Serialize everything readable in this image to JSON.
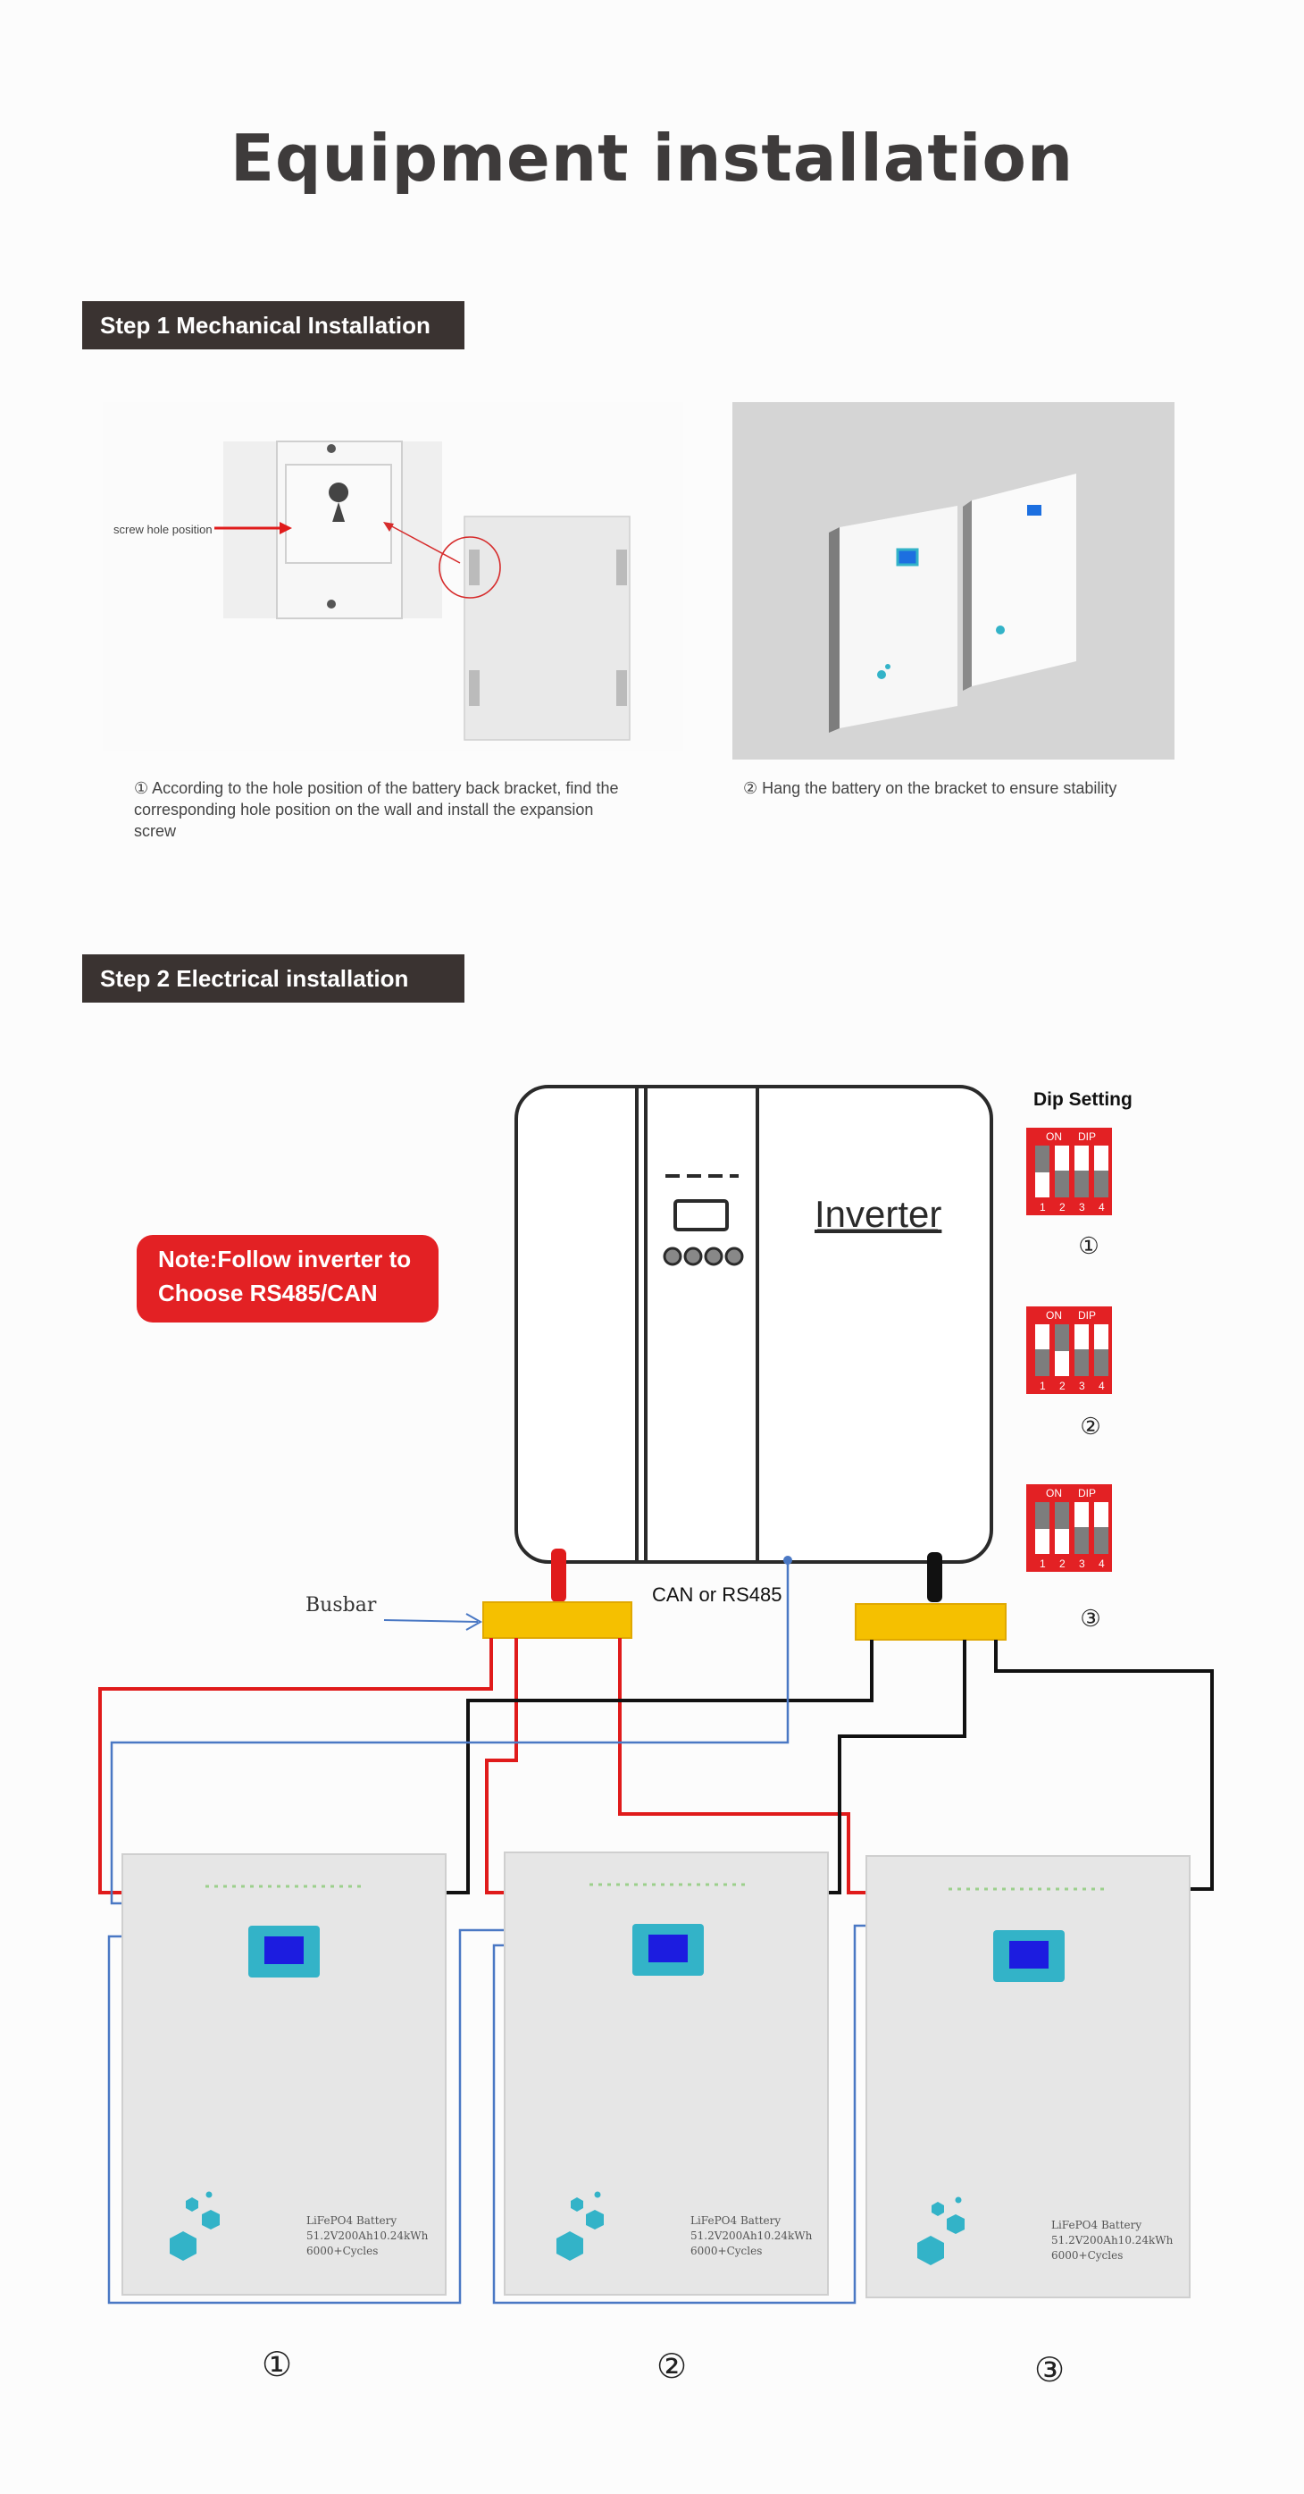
{
  "title": "Equipment installation",
  "step1": {
    "label": "Step 1 Mechanical Installation",
    "screw_label": "screw hole position",
    "caption_left": "① According to the hole position of the battery back bracket, find the corresponding hole position on the wall and install the expansion screw",
    "caption_right": "② Hang the battery on the bracket to ensure stability"
  },
  "step2": {
    "label": "Step 2 Electrical installation",
    "note": "Note:Follow inverter to Choose RS485/CAN",
    "inverter_label": "Inverter",
    "busbar_label": "Busbar",
    "comm_label": "CAN or RS485",
    "dip_title": "Dip Setting",
    "dip_on": "ON",
    "dip_dip": "DIP",
    "dip_numbers": [
      "1",
      "2",
      "3",
      "4"
    ],
    "dip_settings": [
      "①",
      "②",
      "③"
    ],
    "battery_text": [
      "LiFePO4 Battery",
      "51.2V200Ah10.24kWh",
      "6000+Cycles"
    ],
    "battery_numbers": [
      "①",
      "②",
      "③"
    ]
  },
  "colors": {
    "positive": "#e01b1b",
    "negative": "#111111",
    "comm": "#4a78c4",
    "busbar": "#f5c000",
    "dip_red": "#e32124",
    "lcd": "#1c1ce0",
    "lcd_frame": "#33b3c8"
  }
}
